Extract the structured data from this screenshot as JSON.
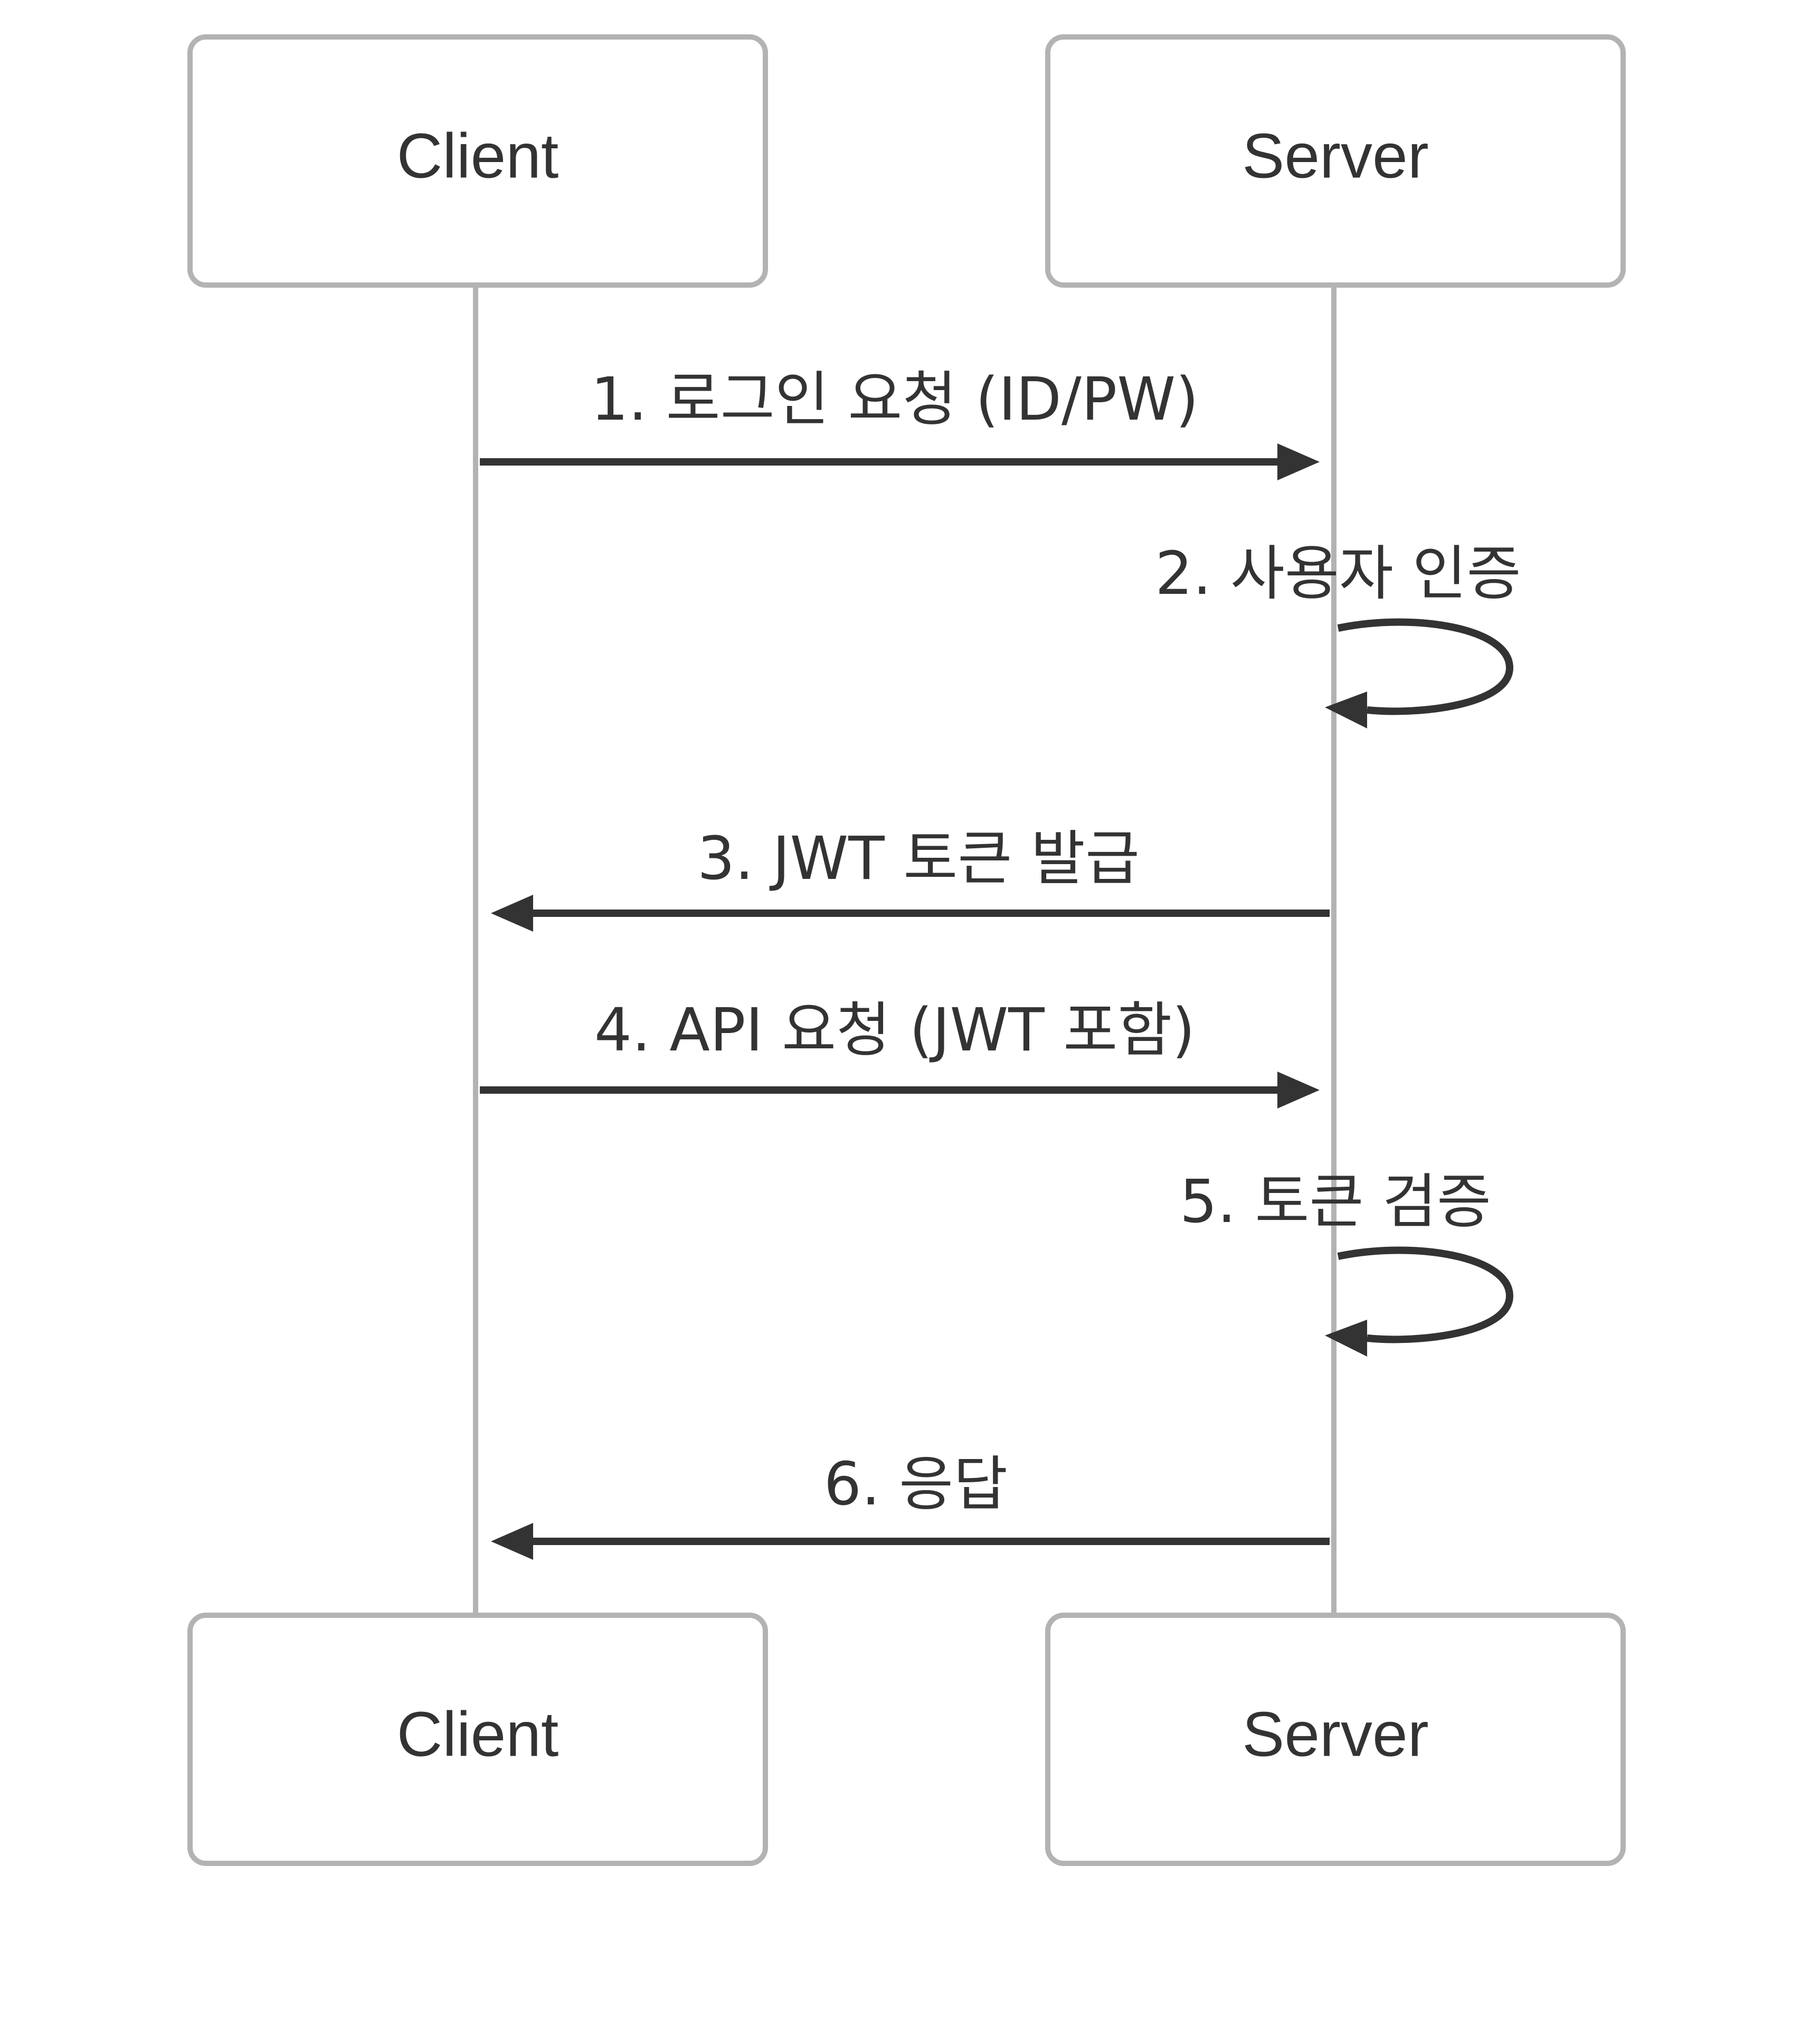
{
  "diagram": {
    "type": "sequence",
    "participants": {
      "client": {
        "label": "Client"
      },
      "server": {
        "label": "Server"
      }
    },
    "messages": [
      {
        "label": "1. 로그인 요청 (ID/PW)"
      },
      {
        "label": "2. 사용자 인증"
      },
      {
        "label": "3. JWT 토큰 발급"
      },
      {
        "label": "4. API 요청 (JWT 포함)"
      },
      {
        "label": "5. 토큰 검증"
      },
      {
        "label": "6. 응답"
      }
    ],
    "colors": {
      "lifeline": "#b3b3b3",
      "box_border": "#b3b3b3",
      "text": "#333333",
      "arrow": "#333333",
      "background": "#ffffff"
    }
  }
}
